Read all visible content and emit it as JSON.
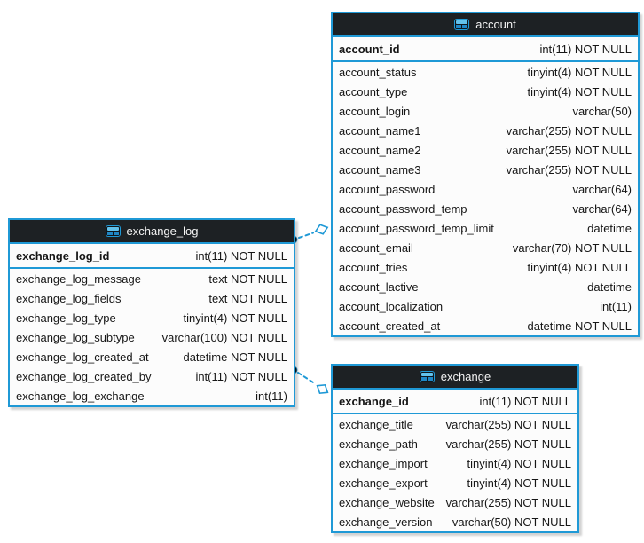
{
  "diagram": {
    "colors": {
      "accent": "#1f99d6",
      "header-bg": "#1d2124",
      "header-text": "#f4f4f4",
      "row-bg": "#fcfcfc",
      "row-text": "#161616",
      "canvas-bg": "#ffffff",
      "icon-light": "#62c2ec",
      "icon-mid": "#1f87c6",
      "icon-dark": "#10171c",
      "connector-dot": "#101417"
    }
  },
  "tables": [
    {
      "id": "exchange_log",
      "name": "exchange_log",
      "primary_key": {
        "name": "exchange_log_id",
        "type": "int(11) NOT NULL"
      },
      "columns": [
        {
          "name": "exchange_log_message",
          "type": "text NOT NULL"
        },
        {
          "name": "exchange_log_fields",
          "type": "text NOT NULL"
        },
        {
          "name": "exchange_log_type",
          "type": "tinyint(4) NOT NULL"
        },
        {
          "name": "exchange_log_subtype",
          "type": "varchar(100) NOT NULL"
        },
        {
          "name": "exchange_log_created_at",
          "type": "datetime NOT NULL"
        },
        {
          "name": "exchange_log_created_by",
          "type": "int(11) NOT NULL"
        },
        {
          "name": "exchange_log_exchange",
          "type": "int(11)"
        }
      ]
    },
    {
      "id": "account",
      "name": "account",
      "primary_key": {
        "name": "account_id",
        "type": "int(11) NOT NULL"
      },
      "columns": [
        {
          "name": "account_status",
          "type": "tinyint(4) NOT NULL"
        },
        {
          "name": "account_type",
          "type": "tinyint(4) NOT NULL"
        },
        {
          "name": "account_login",
          "type": "varchar(50)"
        },
        {
          "name": "account_name1",
          "type": "varchar(255) NOT NULL"
        },
        {
          "name": "account_name2",
          "type": "varchar(255) NOT NULL"
        },
        {
          "name": "account_name3",
          "type": "varchar(255) NOT NULL"
        },
        {
          "name": "account_password",
          "type": "varchar(64)"
        },
        {
          "name": "account_password_temp",
          "type": "varchar(64)"
        },
        {
          "name": "account_password_temp_limit",
          "type": "datetime"
        },
        {
          "name": "account_email",
          "type": "varchar(70) NOT NULL"
        },
        {
          "name": "account_tries",
          "type": "tinyint(4) NOT NULL"
        },
        {
          "name": "account_lactive",
          "type": "datetime"
        },
        {
          "name": "account_localization",
          "type": "int(11)"
        },
        {
          "name": "account_created_at",
          "type": "datetime NOT NULL"
        }
      ]
    },
    {
      "id": "exchange",
      "name": "exchange",
      "primary_key": {
        "name": "exchange_id",
        "type": "int(11) NOT NULL"
      },
      "columns": [
        {
          "name": "exchange_title",
          "type": "varchar(255) NOT NULL"
        },
        {
          "name": "exchange_path",
          "type": "varchar(255) NOT NULL"
        },
        {
          "name": "exchange_import",
          "type": "tinyint(4) NOT NULL"
        },
        {
          "name": "exchange_export",
          "type": "tinyint(4) NOT NULL"
        },
        {
          "name": "exchange_website",
          "type": "varchar(255) NOT NULL"
        },
        {
          "name": "exchange_version",
          "type": "varchar(50) NOT NULL"
        }
      ]
    }
  ],
  "relationships": [
    {
      "from": "exchange_log",
      "to": "account",
      "style": "dashed"
    },
    {
      "from": "exchange_log",
      "to": "exchange",
      "style": "dashed"
    }
  ]
}
